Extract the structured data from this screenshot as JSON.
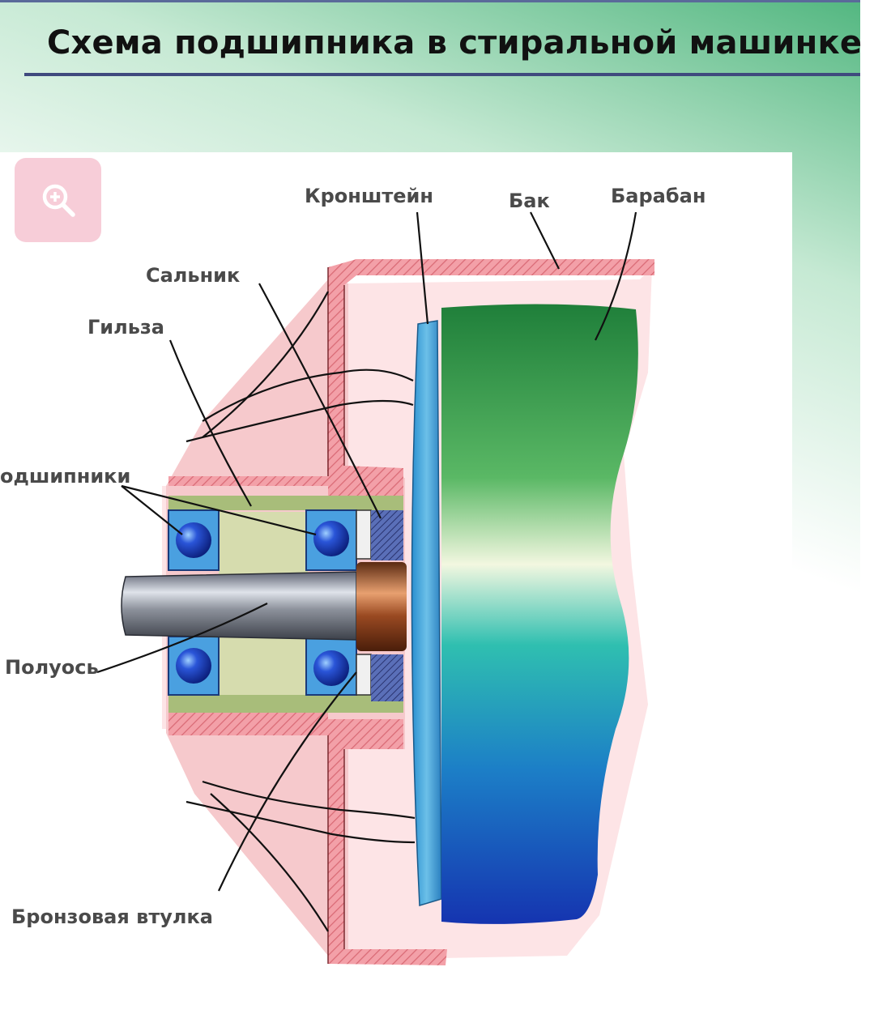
{
  "title": "Схема подшипника в стиральной машинке",
  "labels": {
    "bracket": "Кронштейн",
    "tank": "Бак",
    "drum": "Барабан",
    "seal": "Сальник",
    "sleeve": "Гильза",
    "bearings": "одшипники",
    "half_axle": "Полуось",
    "bronze_bushing": "Бронзовая втулка"
  },
  "icons": {
    "zoom": "zoom-in-icon"
  },
  "colors": {
    "accent_green": "#47b278",
    "title_rule": "#3f4a7e",
    "housing_pink": "#f3a6ac",
    "housing_light": "#fbe1e3",
    "drum_green": "#1e8a3a",
    "drum_blue": "#1a3fb0",
    "bearing_blue": "#2a4fc6"
  }
}
